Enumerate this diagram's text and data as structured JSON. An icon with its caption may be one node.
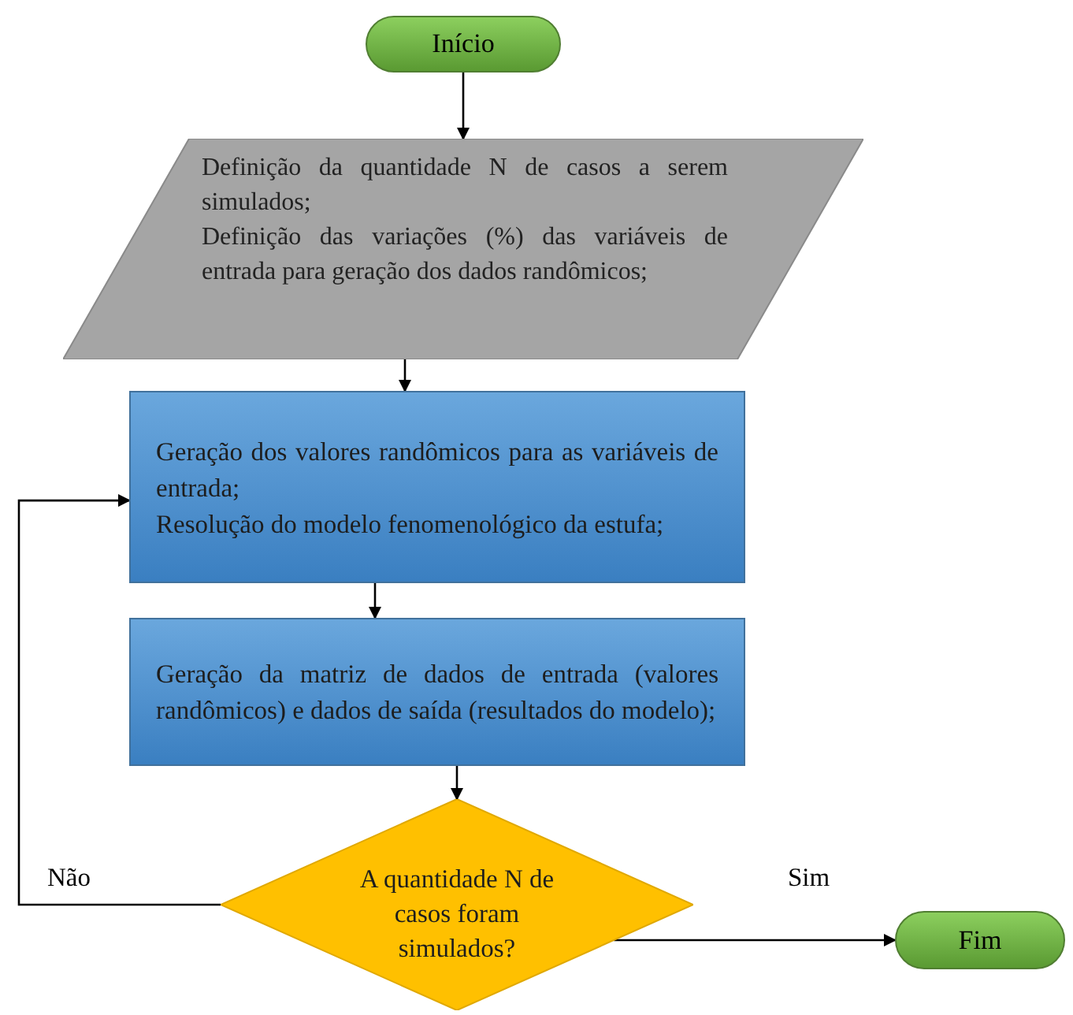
{
  "diagram": {
    "nodes": [
      {
        "text": [
          "Início"
        ]
      },
      {
        "text": [
          "Definição da quantidade N de casos a serem simulados;",
          "Definição das variações (%) das variáveis de entrada para geração dos dados randômicos;"
        ]
      },
      {
        "text": [
          "Geração dos valores randômicos para as variáveis de entrada;",
          "Resolução do modelo fenomenológico da estufa;"
        ]
      },
      {
        "text": [
          "Geração da matriz de dados de entrada (valores randômicos) e dados de saída (resultados do modelo);"
        ]
      },
      {
        "text": [
          "A quantidade N de casos foram simulados?"
        ]
      },
      {
        "text": [
          "Fim"
        ]
      }
    ],
    "edges": [
      {
        "from": 0,
        "to": 1,
        "arrow": "to"
      },
      {
        "from": 1,
        "to": 2,
        "arrow": "to"
      },
      {
        "from": 2,
        "to": 3,
        "arrow": "to"
      },
      {
        "from": 3,
        "to": 4,
        "arrow": "to"
      },
      {
        "from": 4,
        "to": 2,
        "arrow": "to",
        "label": "Não"
      },
      {
        "from": 4,
        "to": 5,
        "arrow": "to",
        "label": "Sim"
      }
    ]
  }
}
